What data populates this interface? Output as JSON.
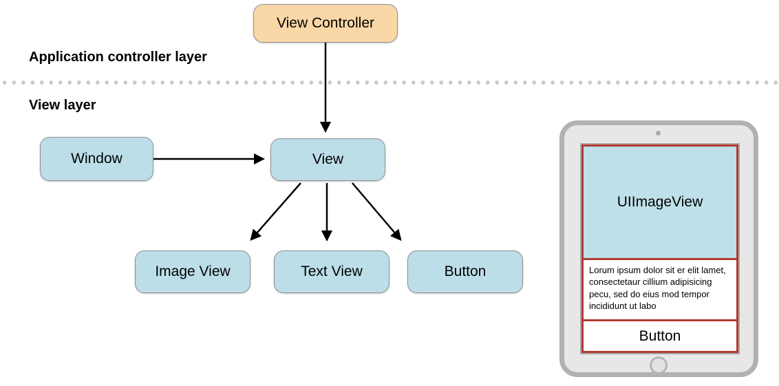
{
  "diagram": {
    "controller_layer_label": "Application controller layer",
    "view_layer_label": "View layer",
    "nodes": {
      "view_controller": "View Controller",
      "window": "Window",
      "view": "View",
      "image_view": "Image View",
      "text_view": "Text View",
      "button": "Button"
    }
  },
  "device": {
    "image_view_label": "UIImageView",
    "text_view_text": "Lorum ipsum dolor sit er elit lamet, consectetaur cillium adipisicing pecu, sed do eius mod tempor incididunt ut labo",
    "button_label": "Button"
  },
  "colors": {
    "controller_node_fill": "#fad7a6",
    "view_node_fill": "#bcdee9",
    "node_border": "#8f8f8f",
    "divider_dot": "#c9c9c9",
    "arrow": "#000000",
    "device_frame": "#b1b1b1",
    "device_body": "#e7e7e7",
    "screen_outline": "#a9a9a9",
    "view_region_outline": "#b33a31",
    "uiimageview_fill": "#bee0ea"
  }
}
